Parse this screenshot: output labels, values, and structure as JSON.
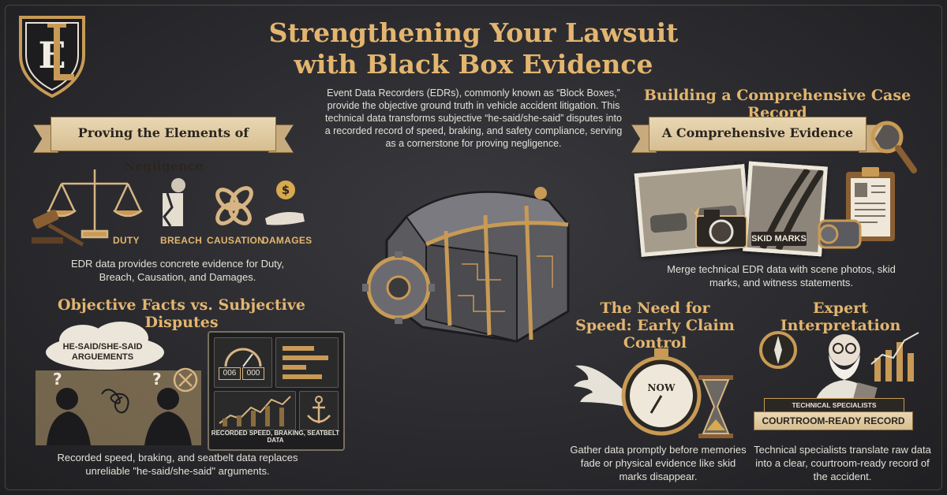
{
  "title": "Strengthening Your Lawsuit with Black Box Evidence",
  "intro": "Event Data Recorders (EDRs), commonly known as “Block Boxes,” provide the objective ground truth in vehicle accident litigation. This technical data transforms subjective “he-said/she-said” disputes into a recorded record of speed, braking, and safety compliance, serving as a cornerstone for proving negligence.",
  "negligence": {
    "banner": "Proving the Elements of Negligence",
    "labels": [
      "DUTY",
      "BREACH",
      "CAUSATION",
      "DAMAGES"
    ],
    "body": "EDR data provides concrete evidence for Duty, Breach, Causation, and Damages."
  },
  "objective": {
    "heading": "Objective Facts vs. Subjective Disputes",
    "cloud": "HE-SAID/SHE-SAID ARGUEMENTS",
    "dash_caption": "RECORDED SPEED, BRAKING, SEATBELT DATA",
    "readouts": [
      "006",
      "000"
    ],
    "body": "Recorded speed, braking, and seatbelt data replaces unreliable \"he-said/she-said\" arguments."
  },
  "case_record": {
    "heading": "Building a Comprehensive Case Record",
    "banner": "A Comprehensive Evidence Record",
    "skid_label": "SKID MARKS",
    "body": "Merge technical EDR data with scene photos, skid marks, and witness statements."
  },
  "speed": {
    "heading": "The Need for Speed: Early Claim Control",
    "dial": "NOW",
    "body": "Gather data promptly before memories fade or physical evidence like skid marks disappear."
  },
  "expert": {
    "heading": "Expert Interpretation",
    "plaque_top": "TECHNICAL SPECIALISTS",
    "plaque_bottom": "COURTROOM-READY RECORD",
    "body": "Technical specialists translate raw data into a clear, courtroom-ready record of the accident."
  },
  "colors": {
    "gold": "#e3b56f",
    "background": "#2b2b2f",
    "parchment": "#e9d7b3"
  }
}
